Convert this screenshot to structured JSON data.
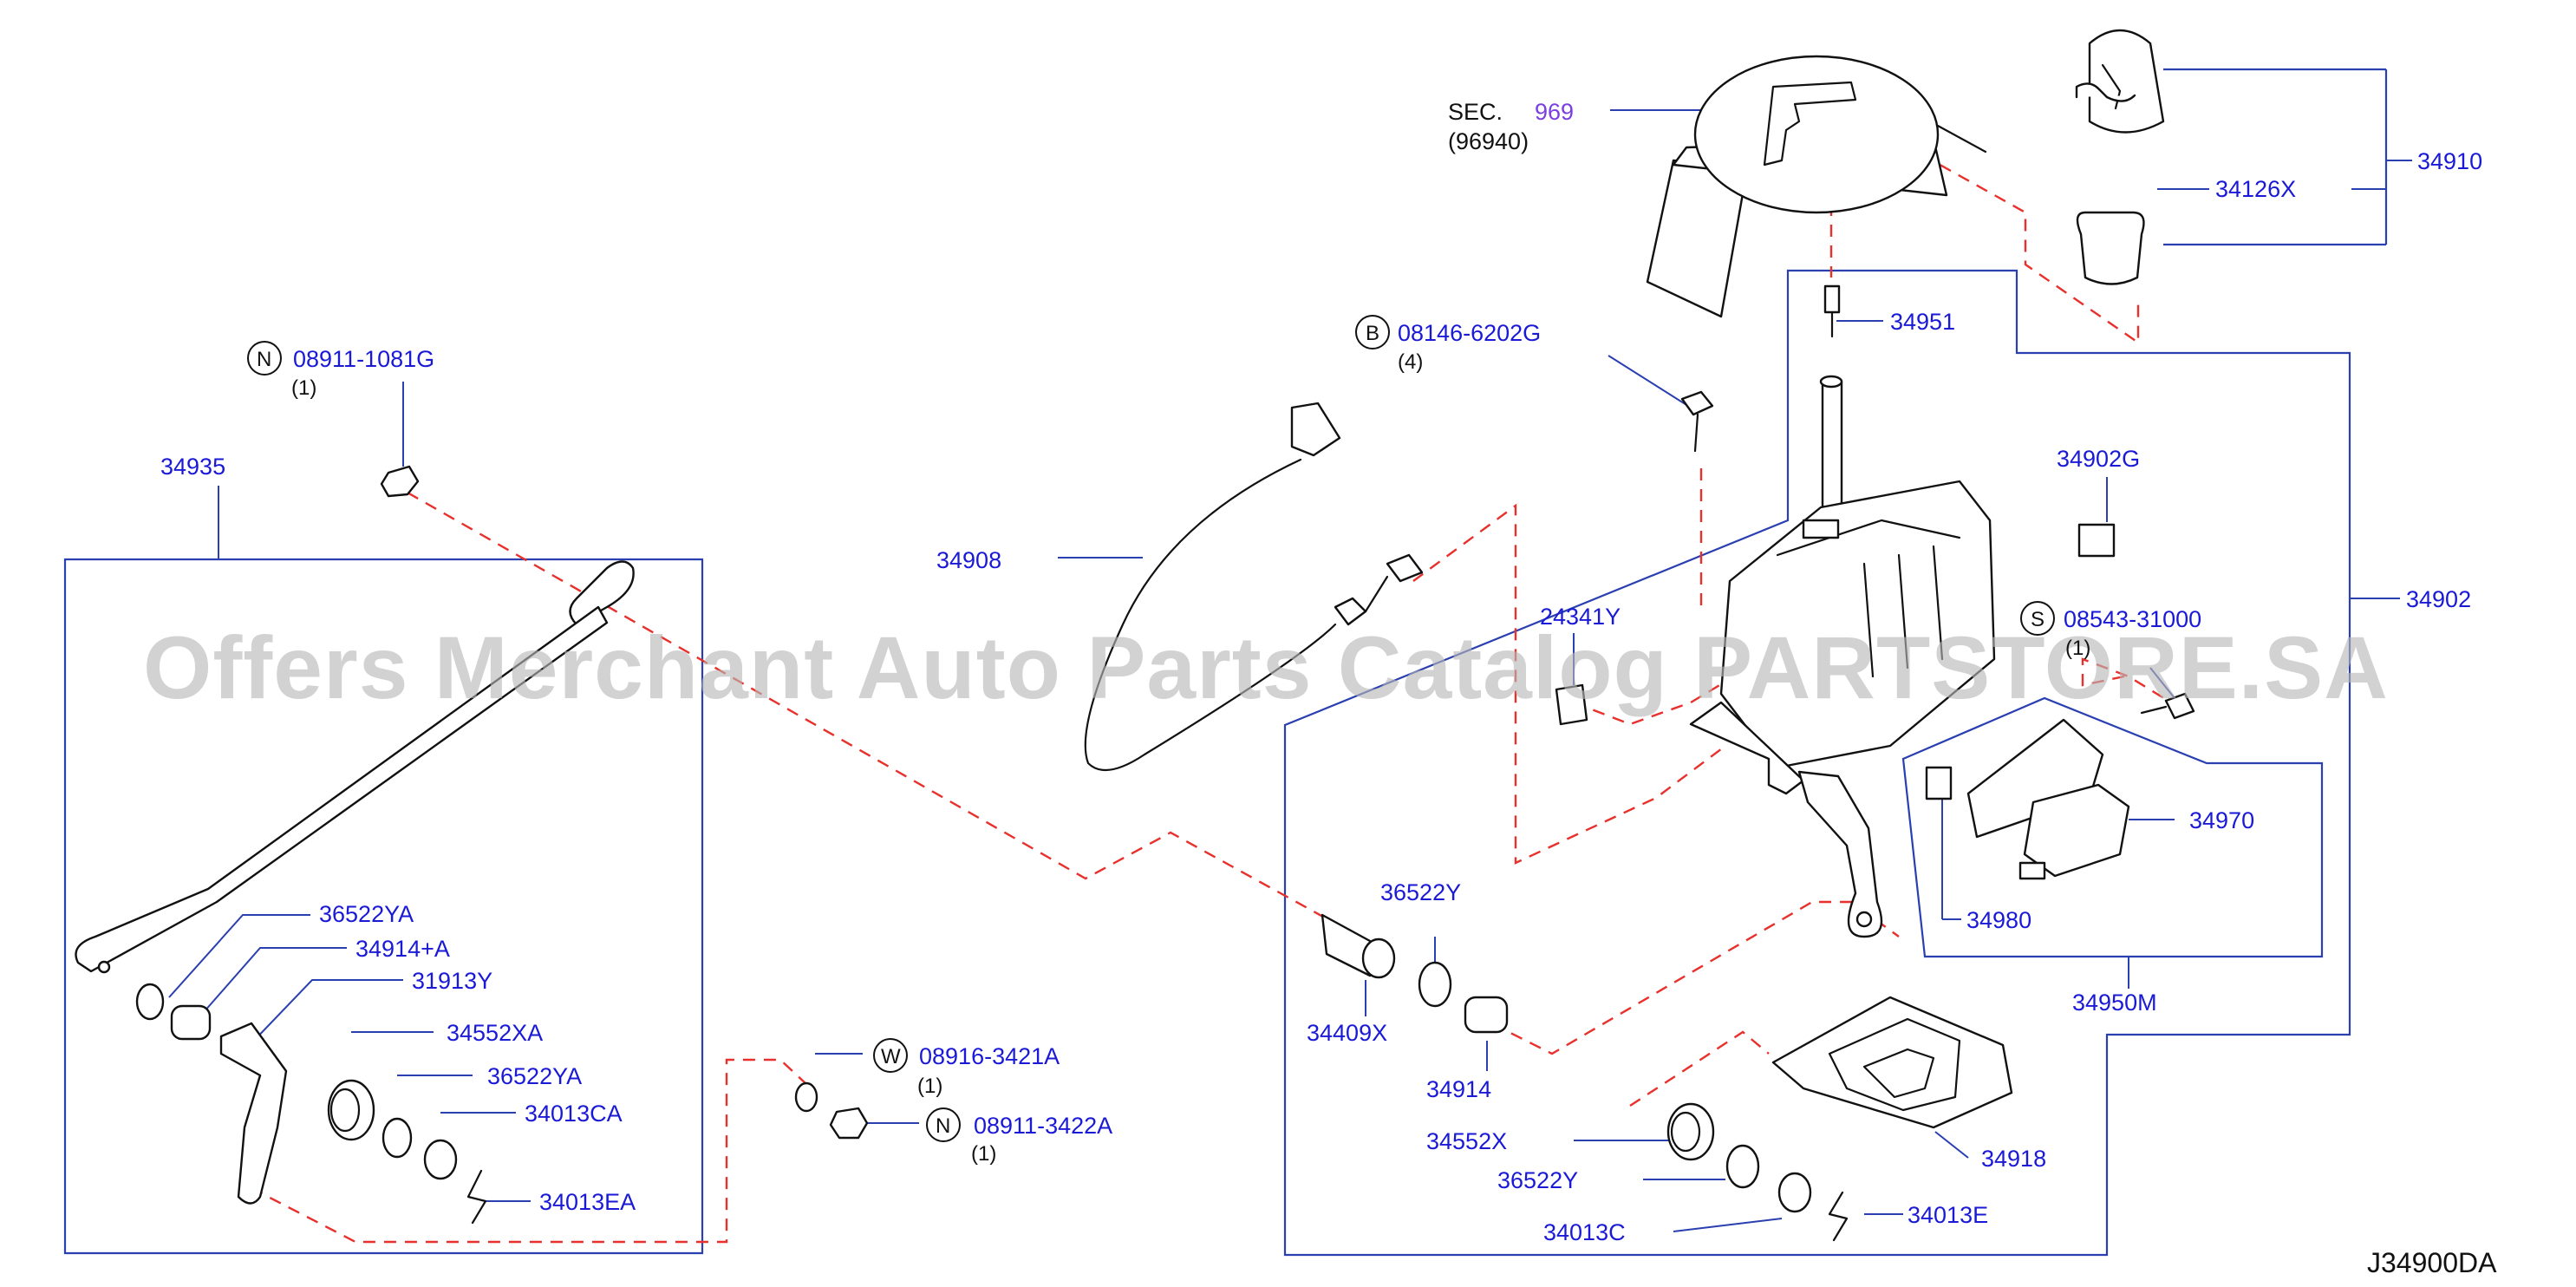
{
  "watermark": "Offers Merchant Auto Parts Catalog PARTSTORE.SA",
  "diagram_id": "J34900DA",
  "section_ref": {
    "prefix": "SEC.",
    "number": "969",
    "sub": "(96940)"
  },
  "parts": {
    "p34910": "34910",
    "p34126X": "34126X",
    "p34951": "34951",
    "p34902G": "34902G",
    "p34902": "34902",
    "p24341Y": "24341Y",
    "p34908": "34908",
    "p34935": "34935",
    "p36522YA": "36522YA",
    "p34914A": "34914+A",
    "p31913Y": "31913Y",
    "p34552XA": "34552XA",
    "p36522YA_2": "36522YA",
    "p34013CA": "34013CA",
    "p34013EA": "34013EA",
    "p36522Y": "36522Y",
    "p34409X": "34409X",
    "p34914": "34914",
    "p34970": "34970",
    "p34980": "34980",
    "p34950M": "34950M",
    "p34918": "34918",
    "p34552X": "34552X",
    "p36522Y_2": "36522Y",
    "p34013C": "34013C",
    "p34013E": "34013E"
  },
  "fasteners": {
    "b08146": {
      "letter": "B",
      "number": "08146-6202G",
      "qty": "(4)"
    },
    "n08911_1081": {
      "letter": "N",
      "number": "08911-1081G",
      "qty": "(1)"
    },
    "s08543": {
      "letter": "S",
      "number": "08543-31000",
      "qty": "(1)"
    },
    "w08916": {
      "letter": "W",
      "number": "08916-3421A",
      "qty": "(1)"
    },
    "n08911_3422": {
      "letter": "N",
      "number": "08911-3422A",
      "qty": "(1)"
    }
  },
  "colors": {
    "part_link": "#1a1ad6",
    "section_link": "#7b3fe0",
    "leader": "#2a3fb0",
    "dashed_guide": "#e8302c"
  }
}
